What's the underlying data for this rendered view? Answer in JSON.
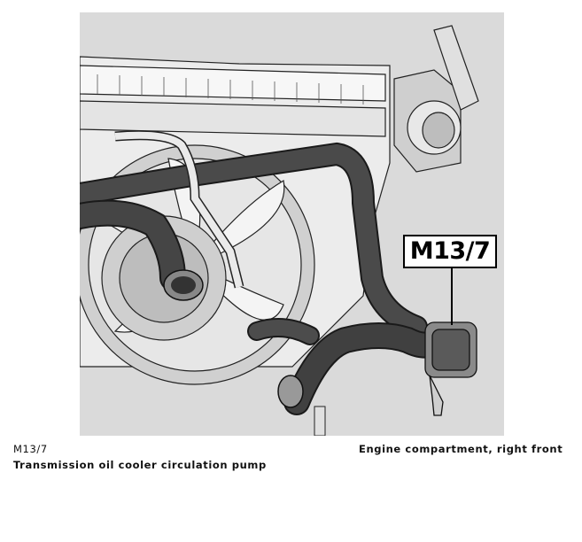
{
  "callout": {
    "label": "M13/7"
  },
  "caption": {
    "code": "M13/7",
    "description": "Transmission oil cooler circulation pump",
    "location": "Engine compartment, right front"
  },
  "colors": {
    "background": "#dadada",
    "outline": "#1a1a1a",
    "hose": "#3c3c3c"
  }
}
